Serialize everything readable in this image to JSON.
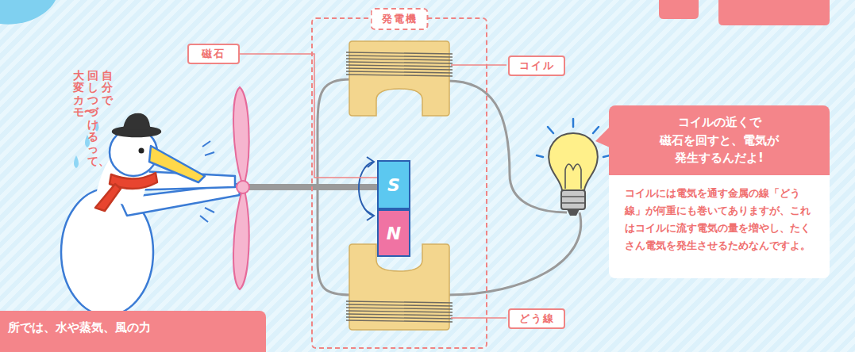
{
  "diagram": {
    "nodes": [
      {
        "text": [
          "発電機"
        ]
      },
      {
        "text": [
          "S"
        ],
        "in": 0
      },
      {
        "text": [
          "N"
        ],
        "in": 0
      },
      {
        "text": [
          "磁石"
        ]
      },
      {
        "text": [
          "コイル"
        ]
      },
      {
        "text": [
          "どう線"
        ]
      },
      {
        "text": [
          "コイルの近くで 磁石を回すと、電気が 発生するんだよ!"
        ]
      },
      {
        "text": [
          "コイルには電気を通す金属の線「どう線」が何重にも巻いてありますが、これはコイルに流す電気の量を増やし、たくさん電気を発生させるためなんですよ。"
        ]
      },
      {
        "text": [
          "所では、水や蒸気、風の力"
        ]
      }
    ],
    "edges": [
      {
        "from": 3,
        "to": 1,
        "arrow": "none"
      }
    ],
    "labels": [
      "自分で",
      "回しつづけるって、",
      "大変カモ〜"
    ]
  }
}
